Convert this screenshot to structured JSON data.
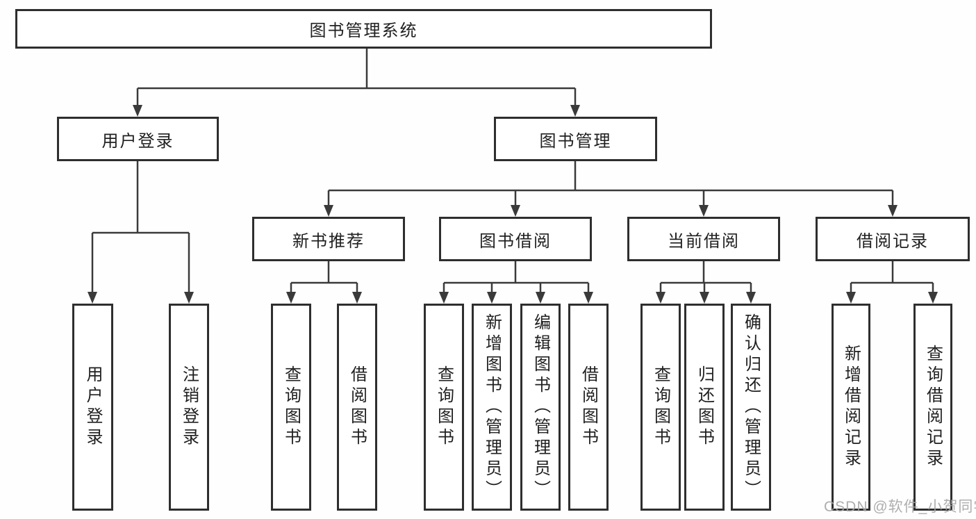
{
  "tree": {
    "label": "图书管理系统",
    "children": [
      {
        "label": "用户登录",
        "children": [
          {
            "label": "用户登录"
          },
          {
            "label": "注销登录"
          }
        ]
      },
      {
        "label": "图书管理",
        "children": [
          {
            "label": "新书推荐",
            "children": [
              {
                "label": "查询图书"
              },
              {
                "label": "借阅图书"
              }
            ]
          },
          {
            "label": "图书借阅",
            "children": [
              {
                "label": "查询图书"
              },
              {
                "label": "新增图书（管理员）"
              },
              {
                "label": "编辑图书（管理员）"
              },
              {
                "label": "借阅图书"
              }
            ]
          },
          {
            "label": "当前借阅",
            "children": [
              {
                "label": "查询图书"
              },
              {
                "label": "归还图书"
              },
              {
                "label": "确认归还（管理员）"
              }
            ]
          },
          {
            "label": "借阅记录",
            "children": [
              {
                "label": "新增借阅记录"
              },
              {
                "label": "查询借阅记录"
              }
            ]
          }
        ]
      }
    ]
  },
  "watermark": {
    "text": "CSDN @软件_小贺同学"
  },
  "colors": {
    "line": "#3a3a3a",
    "box_border": "#2e2e2e",
    "text": "#1f1f1f",
    "watermark_text": "#a5a5a5",
    "background": "#fefefe"
  }
}
